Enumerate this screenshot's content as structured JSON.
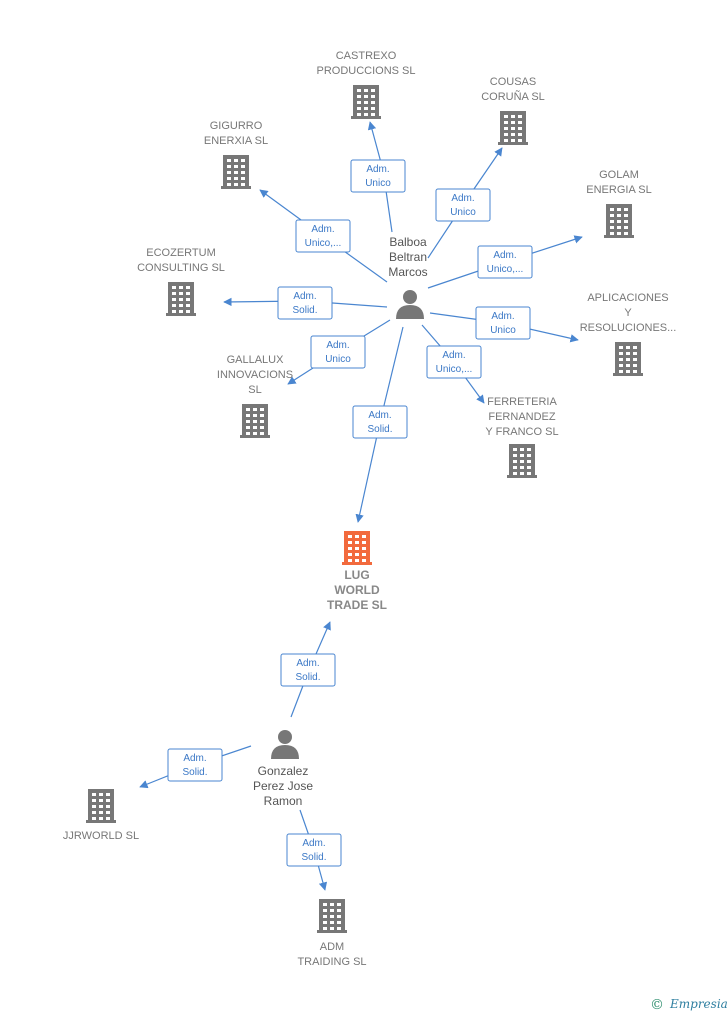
{
  "colors": {
    "edge": "#4a86d0",
    "company_icon": "#777777",
    "focus_company_icon": "#f26a3d",
    "person_icon": "#777777"
  },
  "icons": {
    "company": "building-icon",
    "person": "person-icon"
  },
  "persons": [
    {
      "id": "balboa",
      "lines": [
        "Balboa",
        "Beltran",
        "Marcos"
      ]
    },
    {
      "id": "gonzalez",
      "lines": [
        "Gonzalez",
        "Perez Jose",
        "Ramon"
      ]
    }
  ],
  "companies": [
    {
      "id": "castrexo",
      "lines": [
        "CASTREXO",
        "PRODUCCIONS SL"
      ]
    },
    {
      "id": "cousas",
      "lines": [
        "COUSAS",
        "CORUÑA SL"
      ]
    },
    {
      "id": "gigurro",
      "lines": [
        "GIGURRO",
        "ENERXIA  SL"
      ]
    },
    {
      "id": "golam",
      "lines": [
        "GOLAM",
        "ENERGIA  SL"
      ]
    },
    {
      "id": "ecozertum",
      "lines": [
        "ECOZERTUM",
        "CONSULTING SL"
      ]
    },
    {
      "id": "aplicaciones",
      "lines": [
        "APLICACIONES",
        "Y",
        "RESOLUCIONES..."
      ]
    },
    {
      "id": "gallalux",
      "lines": [
        "GALLALUX",
        "INNOVACIONS",
        "SL"
      ]
    },
    {
      "id": "ferreteria",
      "lines": [
        "FERRETERIA",
        "FERNANDEZ",
        "Y FRANCO SL"
      ]
    },
    {
      "id": "lug",
      "lines": [
        "LUG",
        "WORLD",
        "TRADE  SL"
      ],
      "focus": true
    },
    {
      "id": "jjrworld",
      "lines": [
        "JJRWORLD  SL"
      ]
    },
    {
      "id": "adm",
      "lines": [
        "ADM",
        "TRAIDING  SL"
      ]
    }
  ],
  "edges": [
    {
      "from": "balboa",
      "to": "castrexo",
      "lines": [
        "Adm.",
        "Unico"
      ]
    },
    {
      "from": "balboa",
      "to": "cousas",
      "lines": [
        "Adm.",
        "Unico"
      ]
    },
    {
      "from": "balboa",
      "to": "gigurro",
      "lines": [
        "Adm.",
        "Unico,..."
      ]
    },
    {
      "from": "balboa",
      "to": "golam",
      "lines": [
        "Adm.",
        "Unico,..."
      ]
    },
    {
      "from": "balboa",
      "to": "ecozertum",
      "lines": [
        "Adm.",
        "Solid."
      ]
    },
    {
      "from": "balboa",
      "to": "aplicaciones",
      "lines": [
        "Adm.",
        "Unico"
      ]
    },
    {
      "from": "balboa",
      "to": "gallalux",
      "lines": [
        "Adm.",
        "Unico"
      ]
    },
    {
      "from": "balboa",
      "to": "ferreteria",
      "lines": [
        "Adm.",
        "Unico,..."
      ]
    },
    {
      "from": "balboa",
      "to": "lug",
      "lines": [
        "Adm.",
        "Solid."
      ]
    },
    {
      "from": "gonzalez",
      "to": "lug",
      "lines": [
        "Adm.",
        "Solid."
      ]
    },
    {
      "from": "gonzalez",
      "to": "jjrworld",
      "lines": [
        "Adm.",
        "Solid."
      ]
    },
    {
      "from": "gonzalez",
      "to": "adm",
      "lines": [
        "Adm.",
        "Solid."
      ]
    }
  ],
  "footer": {
    "copyright": "©",
    "brand": "Empresia"
  }
}
